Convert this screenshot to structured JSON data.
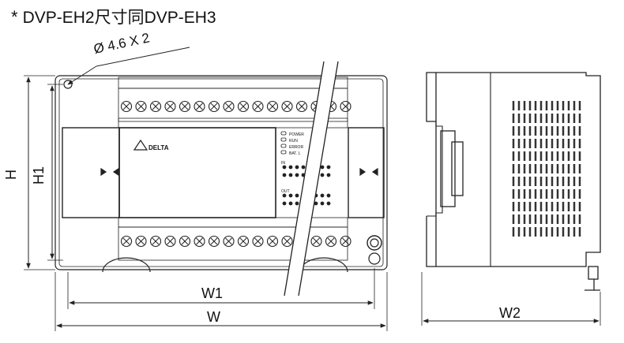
{
  "title": {
    "marker": "*",
    "text": "DVP-EH2尺寸同DVP-EH3"
  },
  "annotations": {
    "hole": "Ø 4.6 X 2",
    "H": "H",
    "H1": "H1",
    "W": "W",
    "W1": "W1",
    "W2": "W2"
  },
  "front_panel": {
    "brand": "DELTA",
    "leds": [
      "POWER",
      "RUN",
      "ERROR",
      "BAT. L"
    ],
    "in_label": "IN",
    "out_label": "OUT"
  },
  "colors": {
    "line": "#222222",
    "hatch": "#333333",
    "background": "#ffffff"
  }
}
